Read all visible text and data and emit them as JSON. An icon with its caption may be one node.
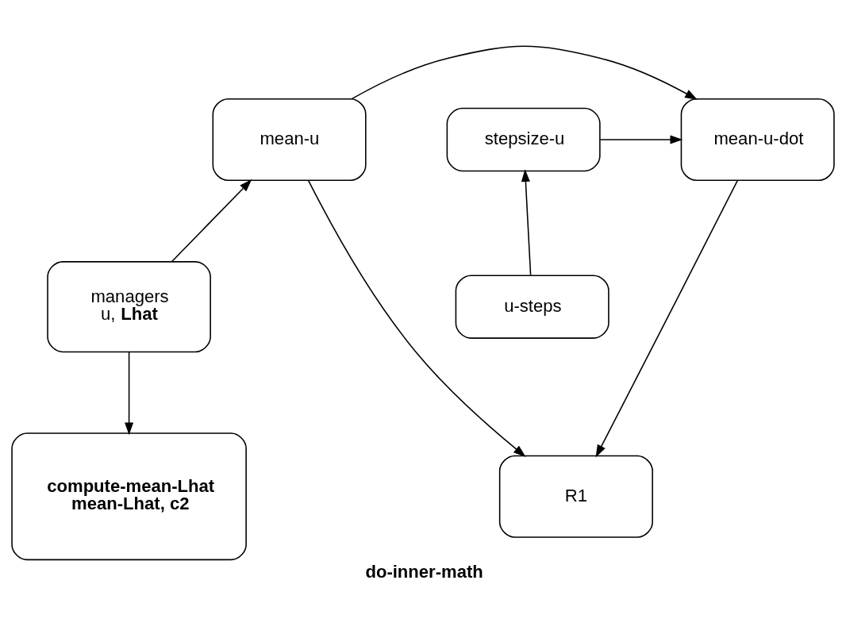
{
  "diagram": {
    "title": "do-inner-math",
    "nodes": [
      {
        "text": [
          "mean-u"
        ]
      },
      {
        "text": [
          "mean-u-dot"
        ]
      },
      {
        "text": [
          "stepsize-u"
        ]
      },
      {
        "text": [
          "managers",
          "u, **Lhat**"
        ]
      },
      {
        "text": [
          "u-steps"
        ]
      },
      {
        "text": [
          "compute-mean-Lhat",
          "mean-Lhat, c2"
        ]
      },
      {
        "text": [
          "R1"
        ]
      }
    ],
    "edges": [
      {
        "from": 3,
        "to": 0,
        "arrow": "to"
      },
      {
        "from": 0,
        "to": 1,
        "arrow": "to"
      },
      {
        "from": 2,
        "to": 1,
        "arrow": "to"
      },
      {
        "from": 4,
        "to": 2,
        "arrow": "to"
      },
      {
        "from": 0,
        "to": 6,
        "arrow": "to"
      },
      {
        "from": 1,
        "to": 6,
        "arrow": "to"
      },
      {
        "from": 3,
        "to": 5,
        "arrow": "to"
      }
    ]
  }
}
